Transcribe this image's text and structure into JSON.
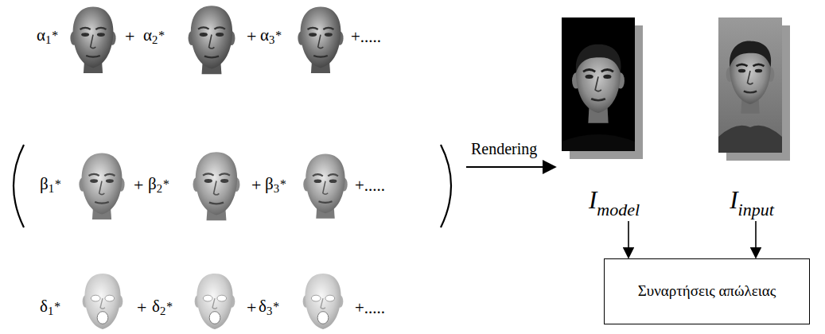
{
  "diagram": {
    "nodes": [
      {
        "text": [
          "Imodel"
        ]
      },
      {
        "text": [
          "Iinput"
        ]
      },
      {
        "text": [
          "Συναρτήσεις απώλειας"
        ]
      }
    ],
    "edges": [
      {
        "from": 0,
        "to": 2,
        "arrow": "to"
      },
      {
        "from": 1,
        "to": 2,
        "arrow": "to"
      }
    ],
    "labels": [
      "α1*",
      "+",
      "α2*",
      "+",
      "α3*",
      "+.....",
      "β1*",
      "+",
      "β2*",
      "+",
      "β3*",
      "+.....",
      "δ1*",
      "+",
      "δ2*",
      "+",
      "δ3*",
      "+.....",
      "Rendering"
    ]
  }
}
